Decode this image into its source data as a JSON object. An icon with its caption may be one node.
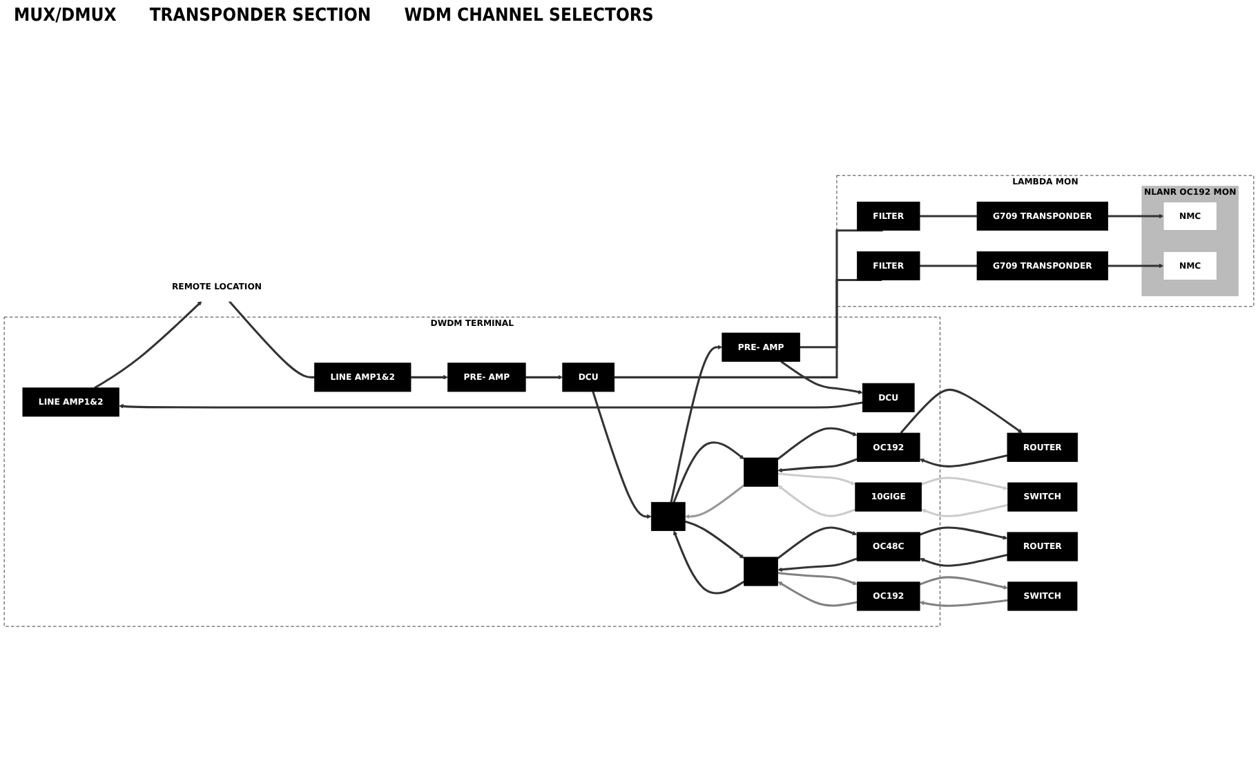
{
  "diagram": {
    "nodes": [
      {
        "text": [
          "DWDM TERMINAL"
        ]
      },
      {
        "text": [
          "REMOTE LOCATION"
        ]
      },
      {
        "text": [
          "LINE AMP1&2"
        ],
        "in": 0
      },
      {
        "text": [
          "DCU"
        ],
        "in": 0
      },
      {
        "text": [
          "PRE- AMP"
        ],
        "in": 0
      },
      {
        "text": [],
        "shape": "bar",
        "in": 0
      },
      {
        "text": [],
        "shape": "bar",
        "in": 0
      },
      {
        "text": [
          "OC192"
        ],
        "in": 0
      },
      {
        "text": [
          "ROUTER"
        ]
      },
      {
        "text": [
          "10GIGE"
        ],
        "in": 0
      },
      {
        "text": [
          "SWITCH"
        ]
      },
      {
        "text": [
          "LINE AMP1&2"
        ],
        "in": 0
      },
      {
        "text": [
          "PRE- AMP"
        ],
        "in": 0
      },
      {
        "text": [
          "DCU"
        ],
        "in": 0
      },
      {
        "text": [],
        "shape": "bar",
        "in": 0
      },
      {
        "text": [
          "OC48C"
        ],
        "in": 0
      },
      {
        "text": [
          "ROUTER"
        ]
      },
      {
        "text": [
          "OC192"
        ],
        "in": 0
      },
      {
        "text": [
          "SWITCH"
        ]
      },
      {
        "text": [
          "LAMBDA MON"
        ]
      },
      {
        "text": [
          "NLANR OC192 MON"
        ],
        "in": 19
      },
      {
        "text": [
          "NMC"
        ],
        "in": 20
      },
      {
        "text": [
          "NMC"
        ],
        "in": 20
      },
      {
        "text": [
          "G709 TRANSPONDER"
        ],
        "in": 19
      },
      {
        "text": [
          "FILTER"
        ],
        "in": 19
      },
      {
        "text": [
          "G709 TRANSPONDER"
        ],
        "in": 19
      },
      {
        "text": [
          "FILTER"
        ],
        "in": 19
      }
    ],
    "edges": [
      {
        "from": 2,
        "to": 1,
        "arrow": "to"
      },
      {
        "from": 3,
        "to": 2,
        "arrow": "to"
      },
      {
        "from": 4,
        "to": 3,
        "arrow": "to"
      },
      {
        "from": 5,
        "to": 4,
        "arrow": "to"
      },
      {
        "from": 5,
        "to": 6,
        "arrow": "to"
      },
      {
        "from": 6,
        "to": 5,
        "arrow": "to",
        "color": "#999999"
      },
      {
        "from": 7,
        "to": 6,
        "arrow": "to"
      },
      {
        "from": 6,
        "to": 7,
        "arrow": "to"
      },
      {
        "from": 7,
        "to": 8,
        "arrow": "to"
      },
      {
        "from": 8,
        "to": 7,
        "arrow": "to"
      },
      {
        "from": 9,
        "to": 6,
        "arrow": "to",
        "color": "#cccccc"
      },
      {
        "from": 6,
        "to": 9,
        "arrow": "to",
        "color": "#cccccc"
      },
      {
        "from": 10,
        "to": 9,
        "arrow": "to",
        "color": "#cccccc"
      },
      {
        "from": 9,
        "to": 10,
        "arrow": "to",
        "color": "#cccccc"
      },
      {
        "from": 1,
        "to": 11,
        "arrow": "none"
      },
      {
        "from": 11,
        "to": 12,
        "arrow": "to"
      },
      {
        "from": 12,
        "to": 13,
        "arrow": "to"
      },
      {
        "from": 13,
        "to": 5,
        "arrow": "to"
      },
      {
        "from": 5,
        "to": 14,
        "arrow": "to"
      },
      {
        "from": 14,
        "to": 5,
        "arrow": "to"
      },
      {
        "from": 15,
        "to": 14,
        "arrow": "to"
      },
      {
        "from": 14,
        "to": 15,
        "arrow": "to"
      },
      {
        "from": 16,
        "to": 15,
        "arrow": "to"
      },
      {
        "from": 15,
        "to": 16,
        "arrow": "to"
      },
      {
        "from": 17,
        "to": 14,
        "arrow": "to",
        "color": "#808080"
      },
      {
        "from": 14,
        "to": 17,
        "arrow": "to",
        "color": "#808080"
      },
      {
        "from": 18,
        "to": 17,
        "arrow": "to",
        "color": "#808080"
      },
      {
        "from": 17,
        "to": 18,
        "arrow": "to",
        "color": "#808080"
      },
      {
        "from": 4,
        "to": 24,
        "arrow": "none"
      },
      {
        "from": 13,
        "to": 26,
        "arrow": "none"
      },
      {
        "from": 24,
        "to": 23,
        "arrow": "none"
      },
      {
        "from": 23,
        "to": 21,
        "arrow": "to"
      },
      {
        "from": 26,
        "to": 25,
        "arrow": "none"
      },
      {
        "from": 25,
        "to": 22,
        "arrow": "to"
      }
    ],
    "labels": [
      "MUX/DMUX",
      "TRANSPONDER SECTION",
      "WDM CHANNEL SELECTORS"
    ]
  }
}
